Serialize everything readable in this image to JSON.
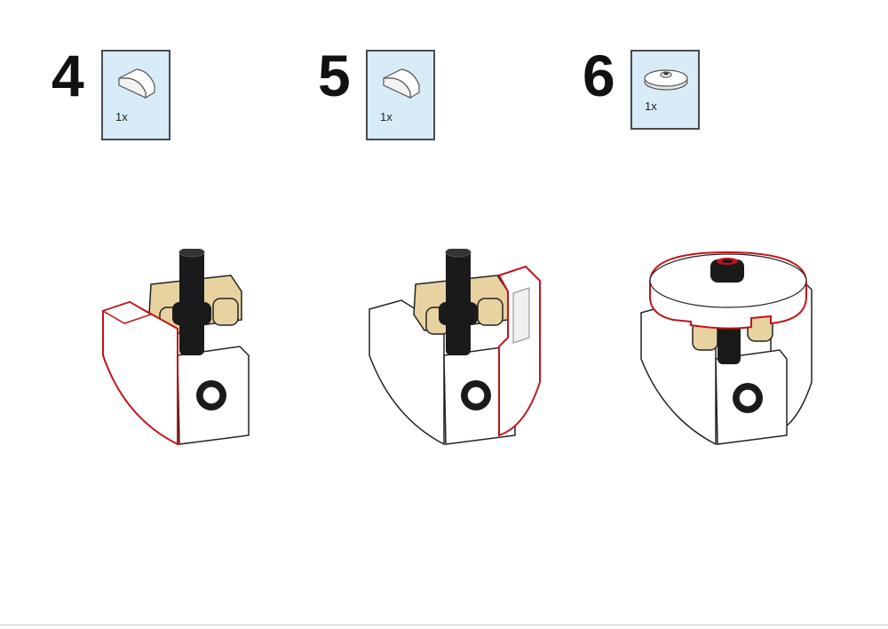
{
  "steps": [
    {
      "number": "4",
      "qty": "1x",
      "part_icon": "curved-slope-tile-icon"
    },
    {
      "number": "5",
      "qty": "1x",
      "part_icon": "curved-slope-tile-icon"
    },
    {
      "number": "6",
      "qty": "1x",
      "part_icon": "round-plate-icon"
    }
  ],
  "colors": {
    "part_box_bg": "#d8ecf8",
    "highlight": "#c0141c",
    "tan": "#e8d2a0",
    "black_part": "#1a1a1a"
  }
}
